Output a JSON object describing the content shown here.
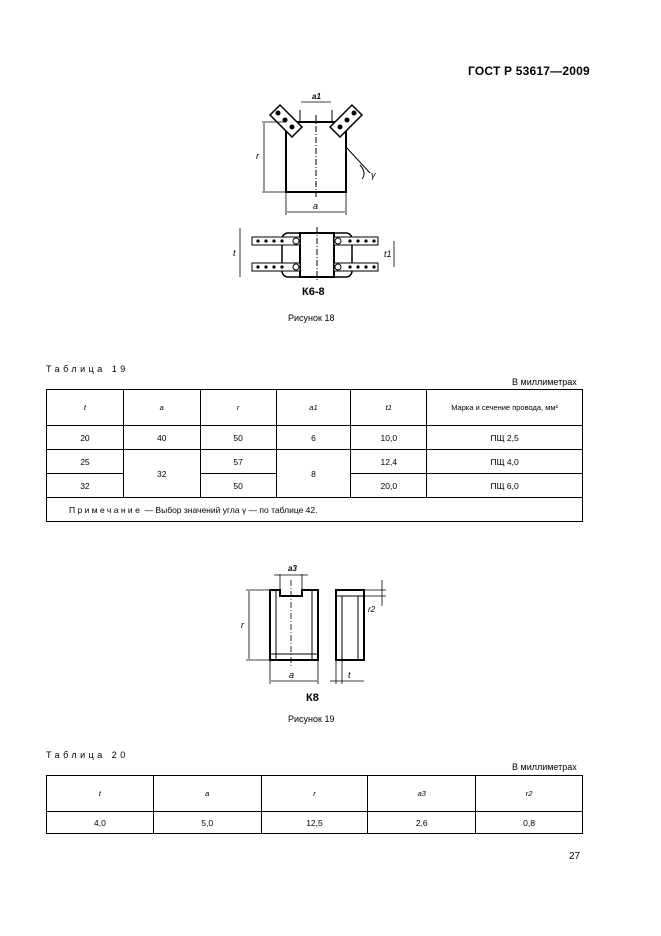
{
  "header": {
    "standard": "ГОСТ Р 53617—2009"
  },
  "figure18": {
    "label": "К6-8",
    "caption": "Рисунок 18",
    "dims": {
      "a1": "a1",
      "r": "r",
      "gamma": "γ",
      "a": "a",
      "t": "t",
      "t1": "t1"
    }
  },
  "table19": {
    "title": "Таблица  19",
    "units": "В миллиметрах",
    "headers": [
      "t",
      "a",
      "r",
      "a1",
      "t1",
      "Марка и сечение провода, мм²"
    ],
    "rows": [
      [
        "20",
        "40",
        "50",
        "6",
        "10,0",
        "ПЩ 2,5"
      ],
      [
        "25",
        "32",
        "57",
        "8",
        "12,4",
        "ПЩ 4,0"
      ],
      [
        "32",
        "",
        "50",
        "",
        "20,0",
        "ПЩ 6,0"
      ]
    ],
    "note_label": "Примечание",
    "note_text": " — Выбор значений угла γ — по таблице 42."
  },
  "figure19": {
    "label": "К8",
    "caption": "Рисунок 19",
    "dims": {
      "a3": "a3",
      "r": "r",
      "a": "a",
      "t": "t",
      "r2": "r2"
    }
  },
  "table20": {
    "title": "Таблица  20",
    "units": "В миллиметрах",
    "headers": [
      "t",
      "a",
      "r",
      "a3",
      "r2"
    ],
    "row": [
      "4,0",
      "5,0",
      "12,5",
      "2,6",
      "0,8"
    ]
  },
  "page_number": "27"
}
